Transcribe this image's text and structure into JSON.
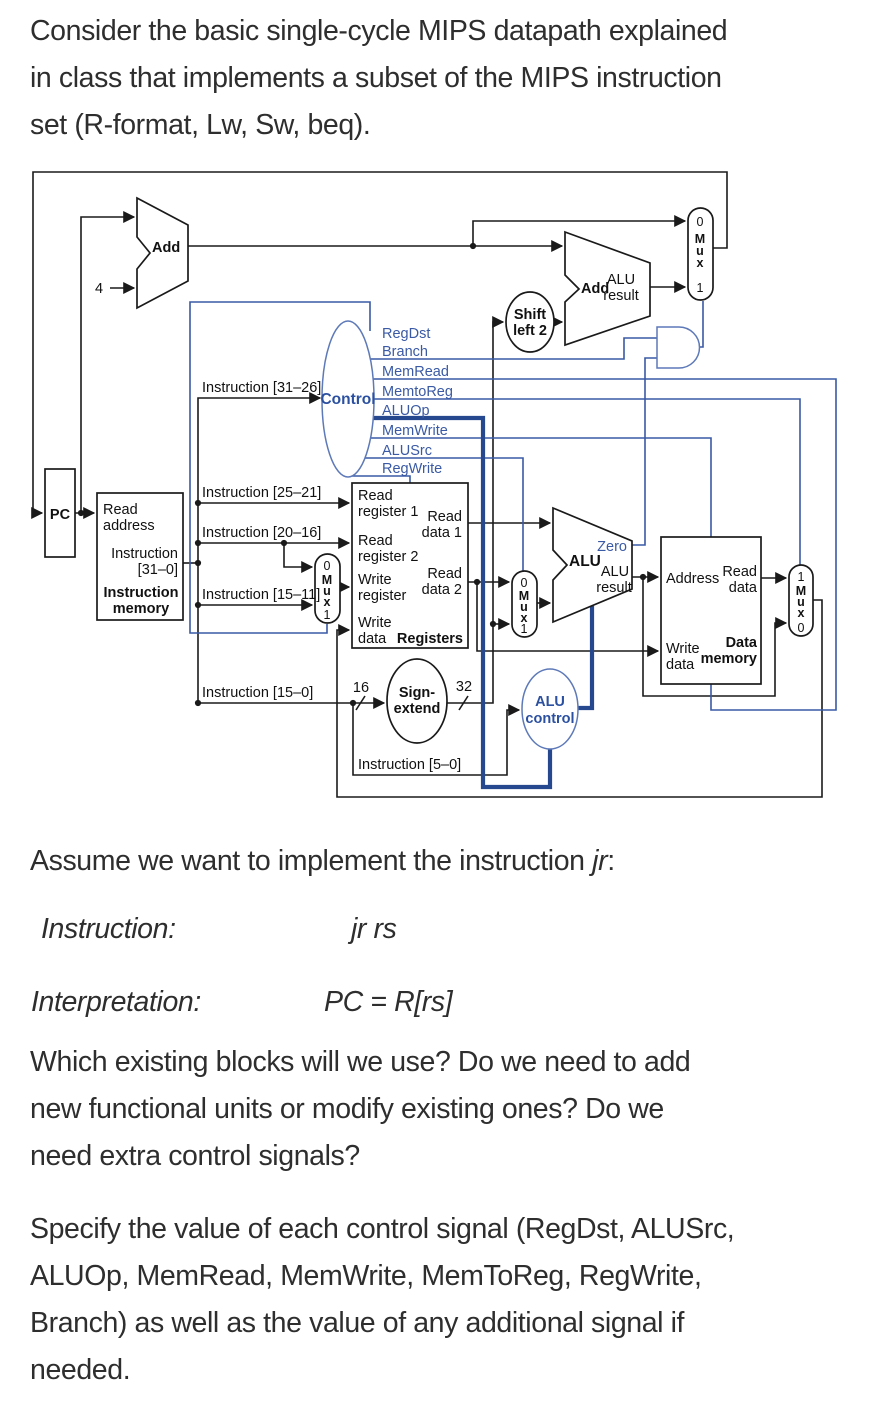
{
  "intro_lines": [
    "Consider the basic single-cycle MIPS datapath explained",
    "in class that implements a subset of the MIPS instruction",
    "set (R-format, Lw, Sw, beq)."
  ],
  "diagram": {
    "colors": {
      "wire": "#1a1a1a",
      "blue": "#3a5aa5",
      "navy": "#26488e"
    },
    "pc": "PC",
    "add": "Add",
    "four": "4",
    "imem": {
      "read": "Read",
      "address": "address",
      "instr": "Instruction",
      "range": "[31–0]",
      "name1": "Instruction",
      "name2": "memory"
    },
    "fields": {
      "f31_26": "Instruction [31–26]",
      "f25_21": "Instruction [25–21]",
      "f20_16": "Instruction [20–16]",
      "f15_11": "Instruction [15–11]",
      "f15_0": "Instruction [15–0]",
      "f5_0": "Instruction [5–0]"
    },
    "control": "Control",
    "signals": {
      "regdst": "RegDst",
      "branch": "Branch",
      "memread": "MemRead",
      "memtoreg": "MemtoReg",
      "aluop": "ALUOp",
      "memwrite": "MemWrite",
      "alusrc": "ALUSrc",
      "regwrite": "RegWrite"
    },
    "mux": {
      "m": "M",
      "u": "u",
      "x": "x",
      "zero": "0",
      "one": "1"
    },
    "registers": {
      "read1a": "Read",
      "read1b": "register 1",
      "rdata1a": "Read",
      "rdata1b": "data 1",
      "read2a": "Read",
      "read2b": "register 2",
      "writerega": "Write",
      "writeregb": "register",
      "rdata2a": "Read",
      "rdata2b": "data 2",
      "writedataa": "Write",
      "writedatab": "data",
      "name": "Registers"
    },
    "signext": {
      "l1": "Sign-",
      "l2": "extend",
      "bits_in": "16",
      "bits_out": "32"
    },
    "shift": {
      "l1": "Shift",
      "l2": "left 2"
    },
    "add2": {
      "name": "Add",
      "res1": "ALU",
      "res2": "result"
    },
    "alu": {
      "name": "ALU",
      "zero": "Zero",
      "res1": "ALU",
      "res2": "result"
    },
    "alucontrol": {
      "l1": "ALU",
      "l2": "control"
    },
    "dmem": {
      "address": "Address",
      "read": "Read",
      "readdata": "data",
      "write": "Write",
      "writedata": "data",
      "name1": "Data",
      "name2": "memory"
    }
  },
  "assume": {
    "prefix": "Assume we want to implement the instruction ",
    "em": "jr",
    "suffix": ":"
  },
  "spec_rows": {
    "instruction_label": "Instruction:",
    "instruction_value": "jr rs",
    "interpretation_label": "Interpretation:",
    "interpretation_value": "PC = R[rs]"
  },
  "q1_lines": [
    "Which existing blocks will we use? Do we need to add",
    "new functional units or modify existing ones? Do we",
    "need extra control signals?"
  ],
  "q2_lines": [
    "Specify the value of each control signal (RegDst, ALUSrc,",
    "ALUOp, MemRead, MemWrite, MemToReg, RegWrite,",
    "Branch) as well as the value of any additional signal if",
    "needed."
  ]
}
